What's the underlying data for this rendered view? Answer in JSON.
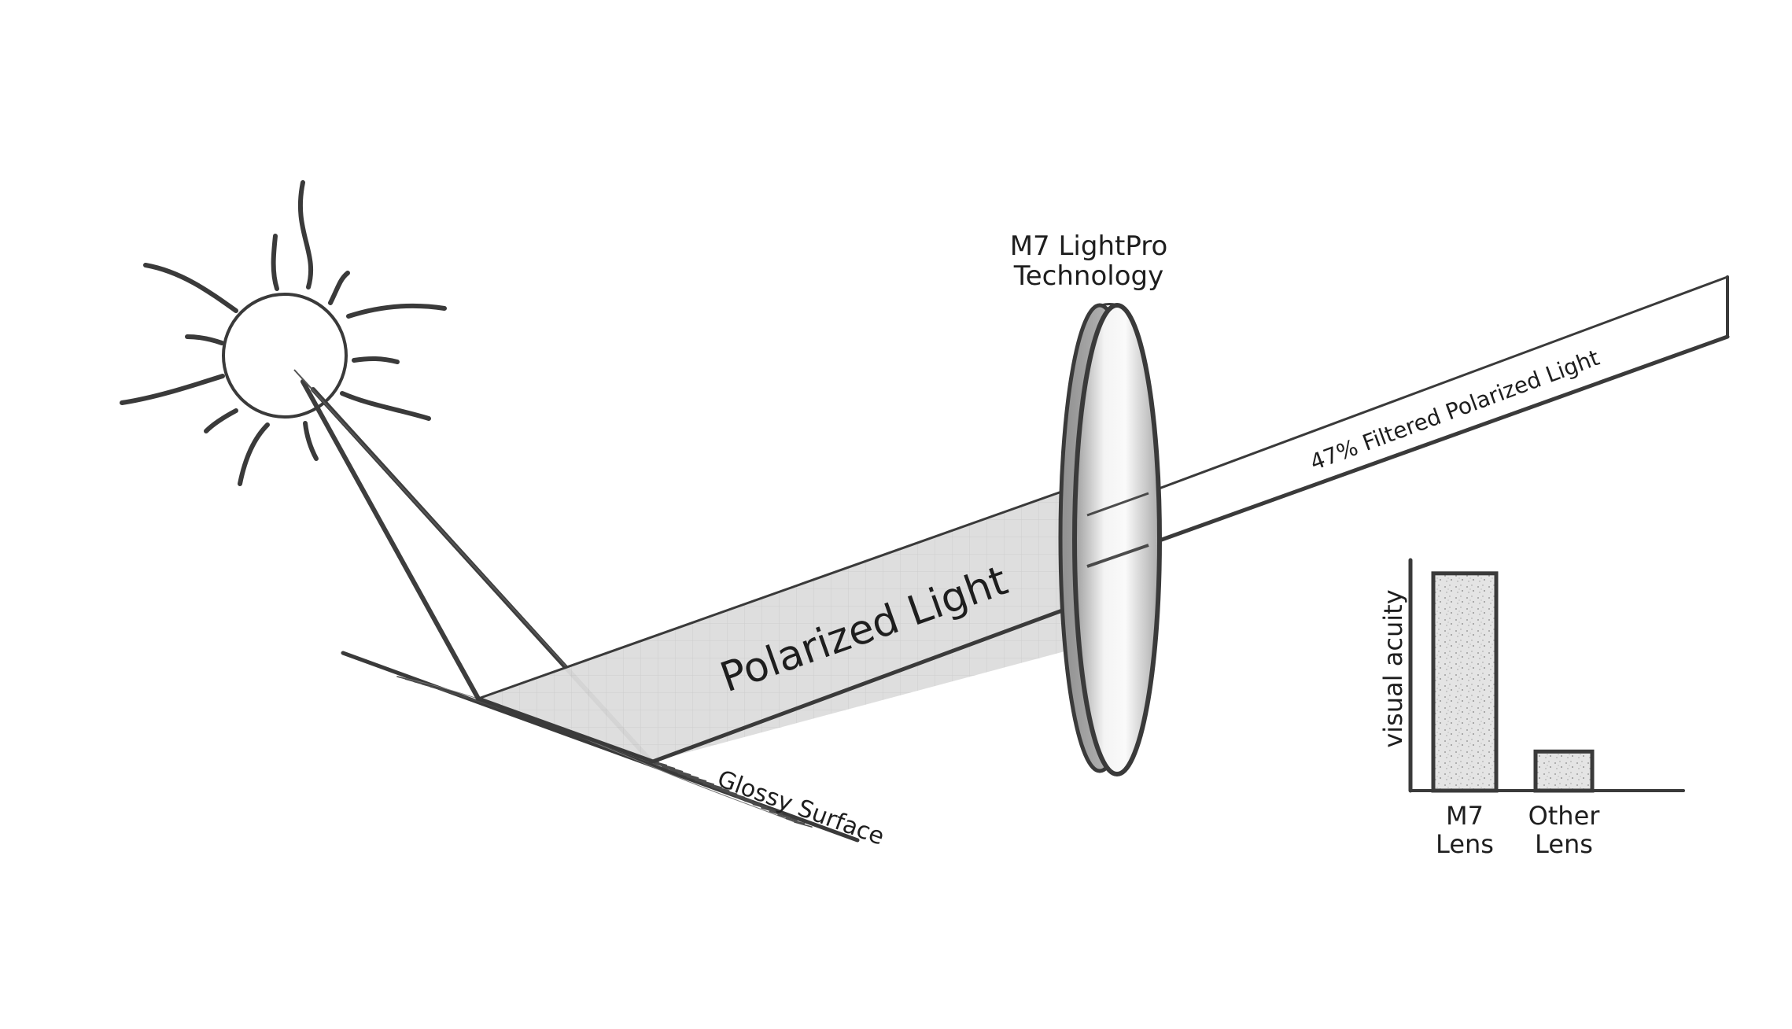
{
  "labels": {
    "lens_title_line1": "M7 LightPro",
    "lens_title_line2": "Technology",
    "polarized_light": "Polarized Light",
    "filtered_light": "47% Filtered Polarized Light",
    "glossy_surface": "Glossy Surface"
  },
  "chart_data": {
    "type": "bar",
    "categories": [
      "M7 Lens",
      "Other Lens"
    ],
    "category_lines": [
      [
        "M7",
        "Lens"
      ],
      [
        "Other",
        "Lens"
      ]
    ],
    "values": [
      1.0,
      0.18
    ],
    "ylabel": "visual acuity",
    "xlabel": "",
    "title": "",
    "ylim": [
      0,
      1.05
    ],
    "grid": false,
    "fill_pattern": "stipple"
  },
  "colors": {
    "ink": "#3a3a3a",
    "beam_fill": "#dedede",
    "lens_light": "#f2f2f2",
    "lens_dark": "#a6a6a6",
    "bar_fill": "#e2e2e2"
  },
  "icons": {
    "sun": "sun-icon",
    "lens": "lens-icon"
  }
}
